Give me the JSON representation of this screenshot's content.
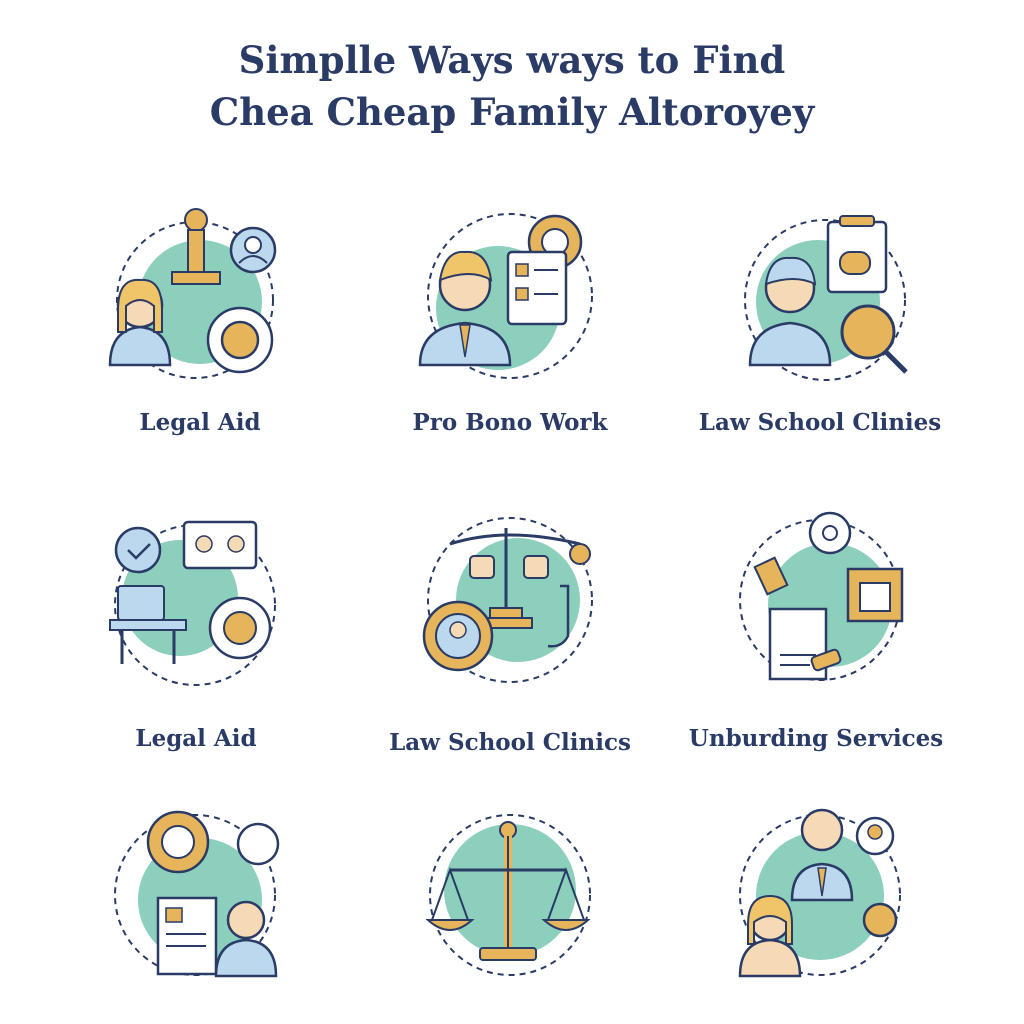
{
  "title": {
    "line1": "Simplle Ways ways to Find",
    "line2": "Chea Cheap Family Altoroyey"
  },
  "colors": {
    "navy": "#2a3b66",
    "teal": "#8ccfbd",
    "gold": "#e6b45a",
    "skin": "#f6d9b5",
    "shirt": "#bcd8ee",
    "hair": "#f0c56a"
  },
  "items": [
    {
      "label": "Legal Aid",
      "icon": "legal-aid-icon"
    },
    {
      "label": "Pro Bono Work",
      "icon": "pro-bono-icon"
    },
    {
      "label": "Law School Clinies",
      "icon": "law-school-icon"
    },
    {
      "label": "Legal Aid",
      "icon": "online-consult-icon"
    },
    {
      "label": "Law School Clinics",
      "icon": "scales-justice-icon"
    },
    {
      "label": "Unburding Services",
      "icon": "unbundled-services-icon"
    },
    {
      "label": "",
      "icon": "documents-gear-icon"
    },
    {
      "label": "",
      "icon": "balance-scale-icon"
    },
    {
      "label": "",
      "icon": "family-consult-icon"
    }
  ]
}
